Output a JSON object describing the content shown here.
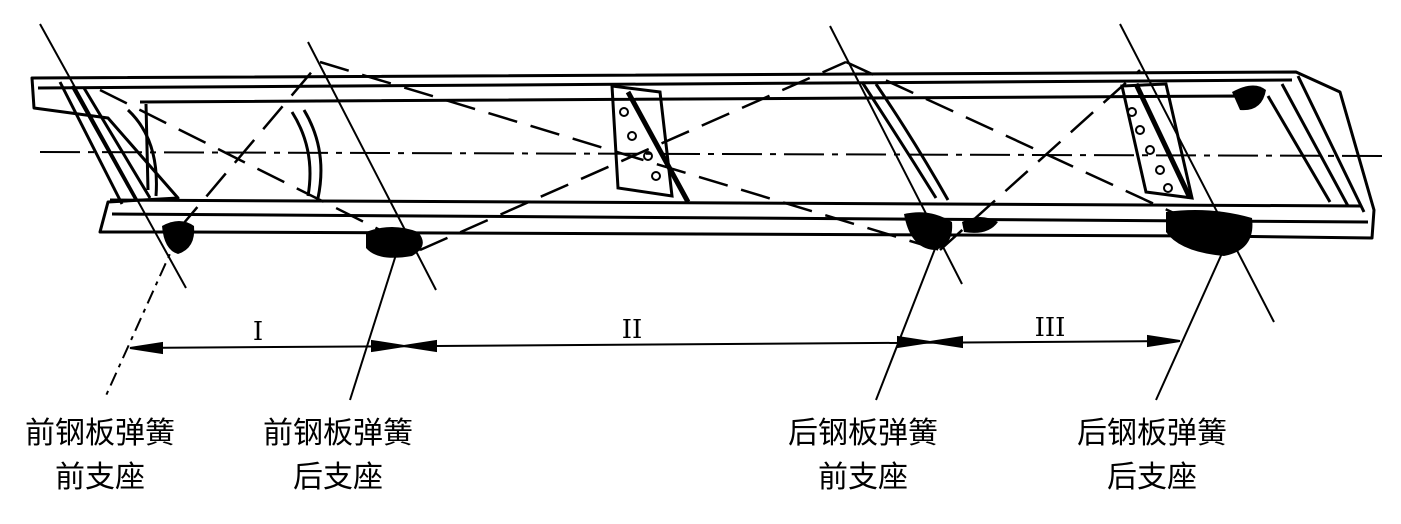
{
  "sections": [
    {
      "id": "section-1",
      "label": "I"
    },
    {
      "id": "section-2",
      "label": "II"
    },
    {
      "id": "section-3",
      "label": "III"
    }
  ],
  "supports": [
    {
      "line1": "前钢板弹簧",
      "line2": "前支座"
    },
    {
      "line1": "前钢板弹簧",
      "line2": "后支座"
    },
    {
      "line1": "后钢板弹簧",
      "line2": "前支座"
    },
    {
      "line1": "后钢板弹簧",
      "line2": "后支座"
    }
  ],
  "colors": {
    "ink": "#000000",
    "background": "#ffffff"
  }
}
